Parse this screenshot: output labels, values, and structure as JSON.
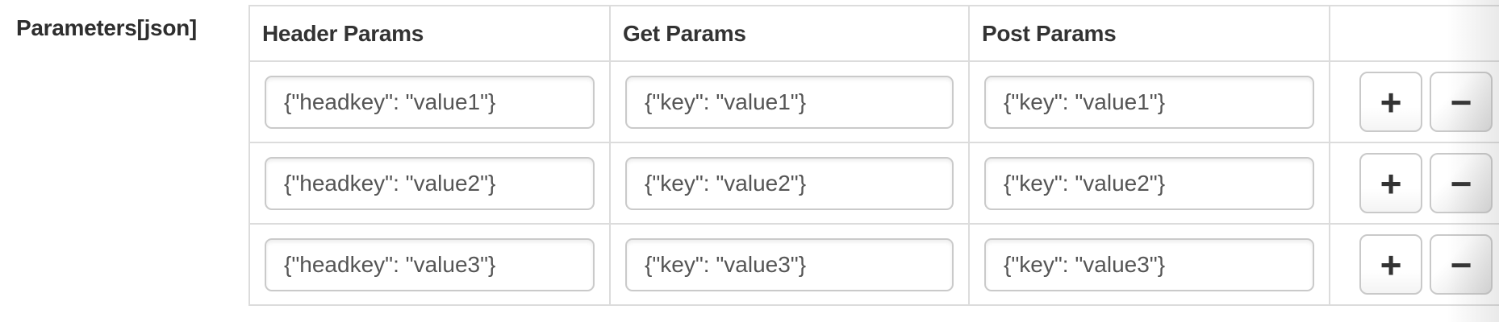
{
  "form": {
    "label": "Parameters[json]"
  },
  "table": {
    "columns": [
      {
        "label": "Header Params"
      },
      {
        "label": "Get Params"
      },
      {
        "label": "Post Params"
      },
      {
        "label": ""
      }
    ],
    "rows": [
      {
        "header": "{\"headkey\": \"value1\"}",
        "get": "{\"key\": \"value1\"}",
        "post": "{\"key\": \"value1\"}"
      },
      {
        "header": "{\"headkey\": \"value2\"}",
        "get": "{\"key\": \"value2\"}",
        "post": "{\"key\": \"value2\"}"
      },
      {
        "header": "{\"headkey\": \"value3\"}",
        "get": "{\"key\": \"value3\"}",
        "post": "{\"key\": \"value3\"}"
      }
    ],
    "buttons": {
      "add": "+",
      "remove": "−"
    }
  },
  "colors": {
    "table_border": "#dcdcdc",
    "input_border": "#cacaca",
    "header_text": "#333333",
    "input_text": "#555555",
    "label_text": "#2e2e2e"
  }
}
